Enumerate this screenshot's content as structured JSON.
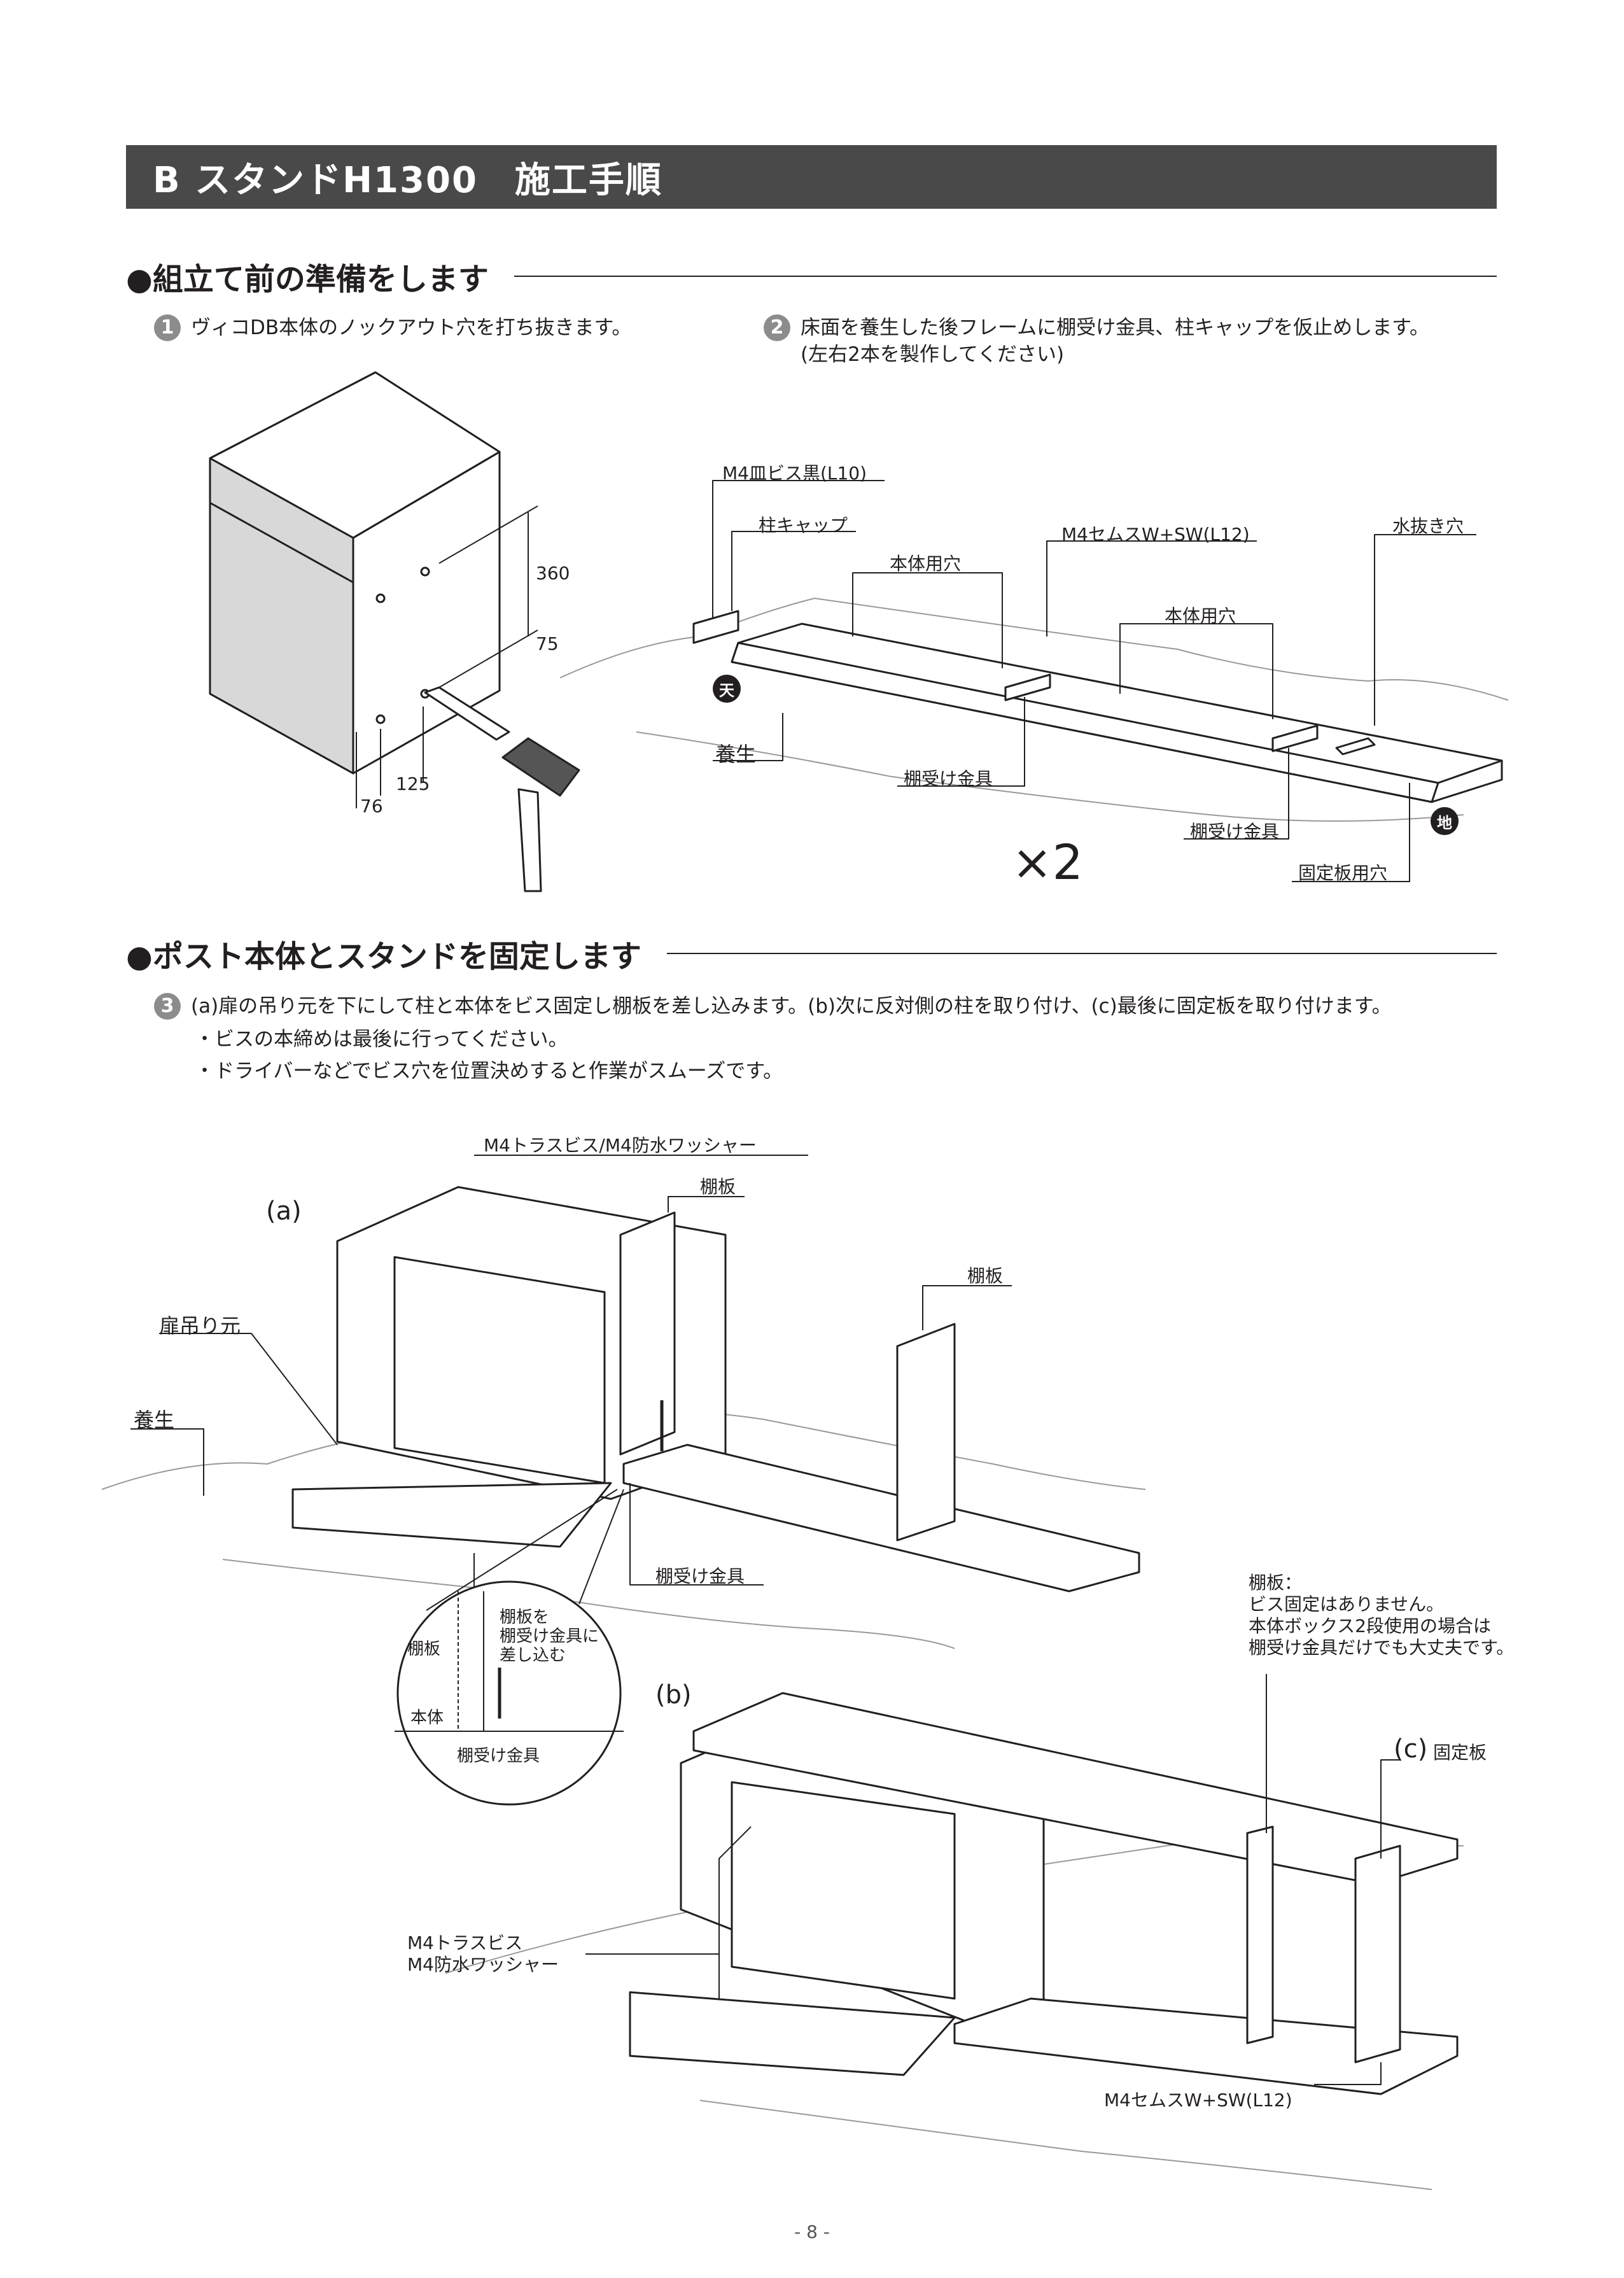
{
  "header": {
    "title": "B スタンドH1300　施工手順"
  },
  "section1": {
    "title": "●組立て前の準備をします"
  },
  "step1": {
    "num": "1",
    "text": "ヴィコDB本体のノックアウト穴を打ち抜きます。"
  },
  "step2": {
    "num": "2",
    "text": "床面を養生した後フレームに棚受け金具、柱キャップを仮止めします。",
    "sub": "(左右2本を製作してください)"
  },
  "fig1": {
    "dim_360": "360",
    "dim_75": "75",
    "dim_125": "125",
    "dim_76": "76"
  },
  "fig2": {
    "m4_sara": "M4皿ビス黒(L10)",
    "cap": "柱キャップ",
    "hontai_hole1": "本体用穴",
    "m4_semus": "M4セムスW+SW(L12)",
    "drain": "水抜き穴",
    "hontai_hole2": "本体用穴",
    "ten": "天",
    "yojo": "養生",
    "bracket1": "棚受け金具",
    "bracket2": "棚受け金具",
    "chi": "地",
    "fixplate_hole": "固定板用穴",
    "times": "×2"
  },
  "section2": {
    "title": "●ポスト本体とスタンドを固定します"
  },
  "step3": {
    "num": "3",
    "text": "(a)扉の吊り元を下にして柱と本体をビス固定し棚板を差し込みます。(b)次に反対側の柱を取り付け、(c)最後に固定板を取り付けます。"
  },
  "bullets": [
    "・ビスの本締めは最後に行ってください。",
    "・ドライバーなどでビス穴を位置決めすると作業がスムーズです。"
  ],
  "fig3": {
    "a": "(a)",
    "truss_washer": "M4トラスビス/M4防水ワッシャー",
    "shelf1": "棚板",
    "shelf2": "棚板",
    "hinge": "扉吊り元",
    "yojo": "養生",
    "bracket": "棚受け金具",
    "detail_insert": [
      "棚板を",
      "棚受け金具に",
      "差し込む"
    ],
    "detail_shelf": "棚板",
    "detail_body": "本体",
    "detail_bracket": "棚受け金具",
    "b": "(b)",
    "shelf_note": [
      "棚板：",
      "ビス固定はありません。",
      "本体ボックス2段使用の場合は",
      "棚受け金具だけでも大丈夫です。"
    ],
    "c": "(c)",
    "fixplate": "固定板",
    "truss": "M4トラスビス",
    "washer": "M4防水ワッシャー",
    "semus": "M4セムスW+SW(L12)"
  },
  "footer": {
    "page": "- 8 -"
  }
}
